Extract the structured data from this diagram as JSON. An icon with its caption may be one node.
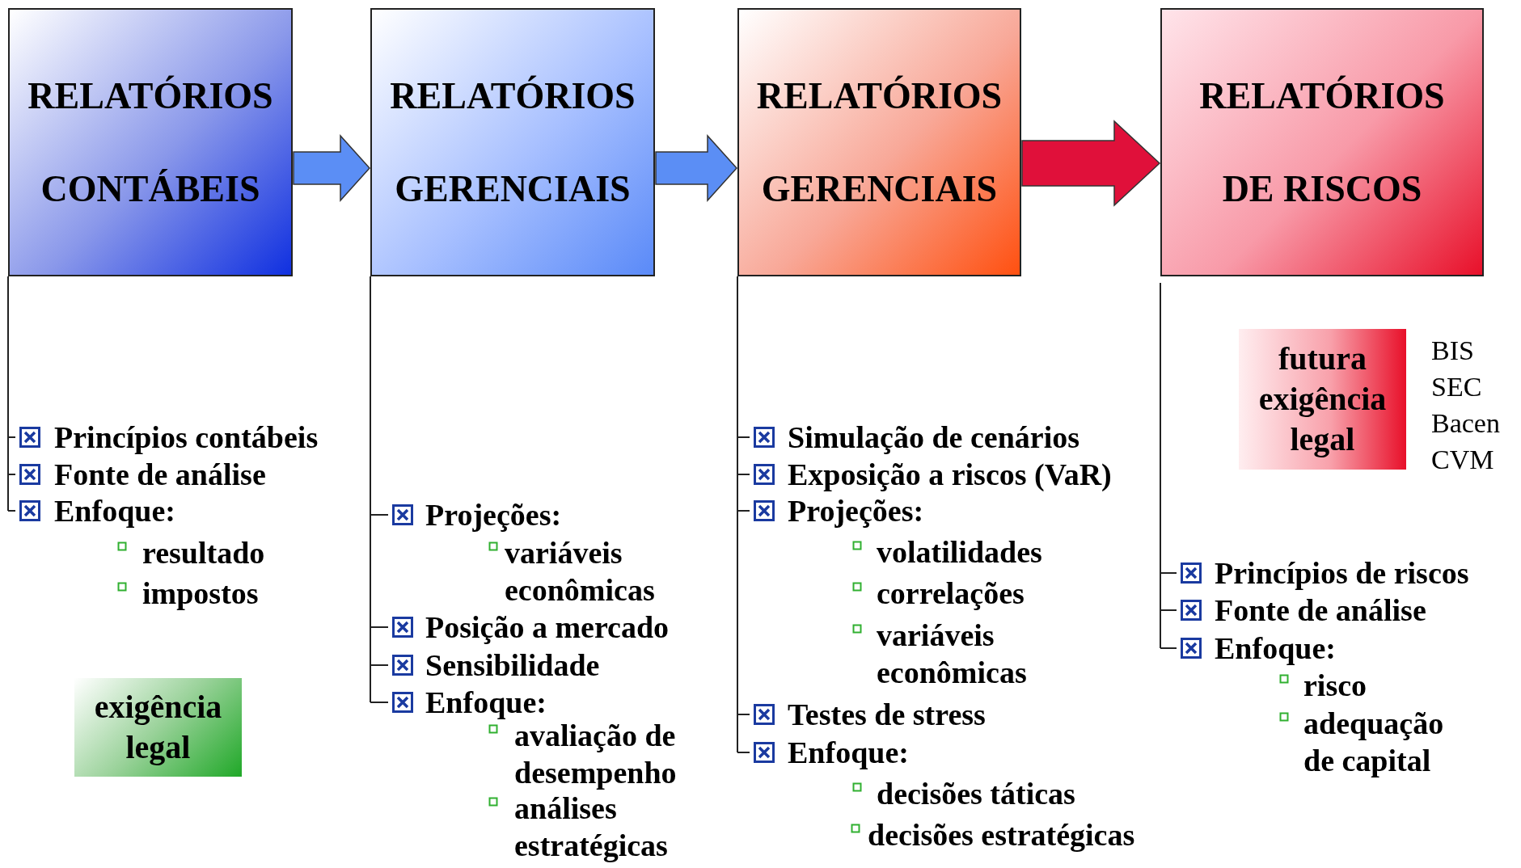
{
  "diagram": {
    "nodes": [
      {
        "text": [
          "RELATÓRIOS CONTÁBEIS"
        ]
      },
      {
        "text": [
          "RELATÓRIOS GERENCIAIS"
        ]
      },
      {
        "text": [
          "RELATÓRIOS GERENCIAIS"
        ]
      },
      {
        "text": [
          "RELATÓRIOS DE RISCOS"
        ]
      },
      {
        "text": [
          "exigência legal"
        ]
      },
      {
        "text": [
          "futura exigência legal"
        ],
        "beside": [
          "BIS",
          "SEC",
          "Bacen",
          "CVM"
        ]
      }
    ],
    "edges": [
      {
        "from": 0,
        "to": 1,
        "arrow": "to"
      },
      {
        "from": 1,
        "to": 2,
        "arrow": "to"
      },
      {
        "from": 2,
        "to": 3,
        "arrow": "to",
        "color": "#e0103a"
      }
    ],
    "labels": [
      "Princípios contábeis",
      "Fonte de análise",
      "Enfoque:",
      "resultado",
      "impostos",
      "Projeções:",
      "variáveis econômicas",
      "Posição a mercado",
      "Sensibilidade",
      "Enfoque:",
      "avaliação de desempenho",
      "análises estratégicas",
      "Simulação de cenários",
      "Exposição a riscos (VaR)",
      "Projeções:",
      "volatilidades",
      "correlações",
      "variáveis econômicas",
      "Testes de stress",
      "Enfoque:",
      "decisões táticas",
      "decisões estratégicas",
      "Princípios de riscos",
      "Fonte de análise",
      "Enfoque:",
      "risco",
      "adequação de capital"
    ]
  }
}
